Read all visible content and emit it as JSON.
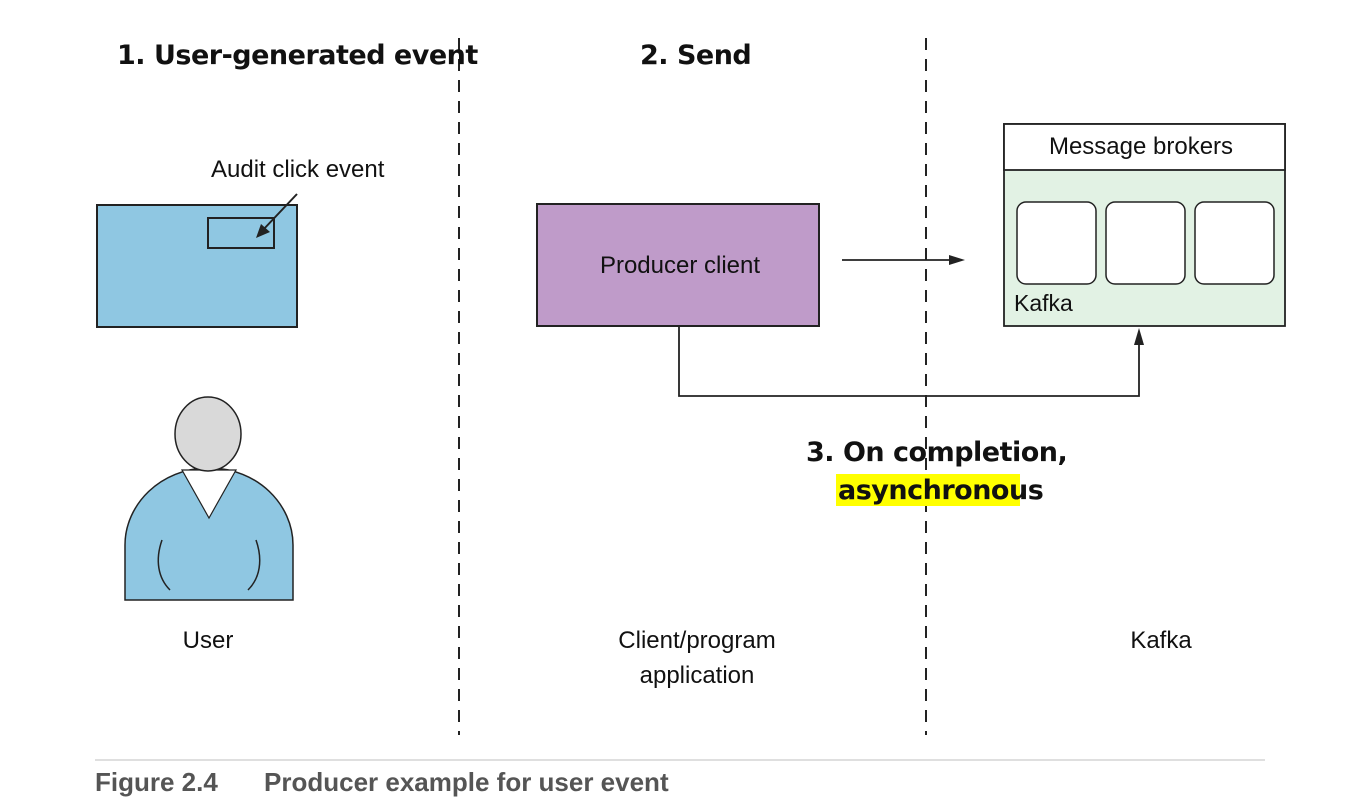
{
  "steps": {
    "step1": "1. User-generated event",
    "step2": "2. Send",
    "step3_line1": "3. On completion,",
    "step3_line2": "asynchronous"
  },
  "user_panel": {
    "callout": "Audit click event",
    "lane_label": "User"
  },
  "client_panel": {
    "producer_box": "Producer client",
    "lane_label_line1": "Client/program",
    "lane_label_line2": "application"
  },
  "kafka_panel": {
    "brokers_header": "Message brokers",
    "inner_label": "Kafka",
    "lane_label": "Kafka"
  },
  "caption": {
    "number": "Figure 2.4",
    "text": "Producer example for user event"
  },
  "colors": {
    "screen_fill": "#8fc7e2",
    "producer_fill": "#bf9bc9",
    "broker_fill": "#e2f2e4",
    "highlight": "#ffff00",
    "user_body": "#8fc7e2",
    "user_head": "#d9d9d9"
  }
}
